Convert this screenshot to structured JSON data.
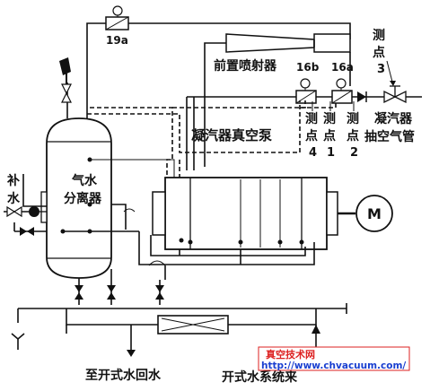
{
  "labels": {
    "valve_19a": "19a",
    "ejector": "前置喷射器",
    "valve_16b": "16b",
    "valve_16a": "16a",
    "point_3_top": "测",
    "point_3_mid": "点",
    "point_3_num": "3",
    "vacuum_pump": "凝汽器真空泵",
    "pt4_a": "测",
    "pt4_b": "点",
    "pt4_c": "4",
    "pt1_a": "测",
    "pt1_b": "点",
    "pt1_c": "1",
    "pt2_a": "测",
    "pt2_b": "点",
    "pt2_c": "2",
    "condenser_pipe_1": "凝汽器",
    "condenser_pipe_2": "抽空气管",
    "separator_1": "气水",
    "separator_2": "分离器",
    "makeup_1": "补",
    "makeup_2": "水",
    "motor": "M",
    "return_water": "至开式水回水",
    "open_water_system": "开式水系统来"
  },
  "watermark": {
    "title": "真空技术网",
    "url": "http://www.chvacuum.com/"
  },
  "colors": {
    "line": "#111111",
    "watermark_red": "#dd2222",
    "watermark_blue": "#1a3fd0"
  }
}
